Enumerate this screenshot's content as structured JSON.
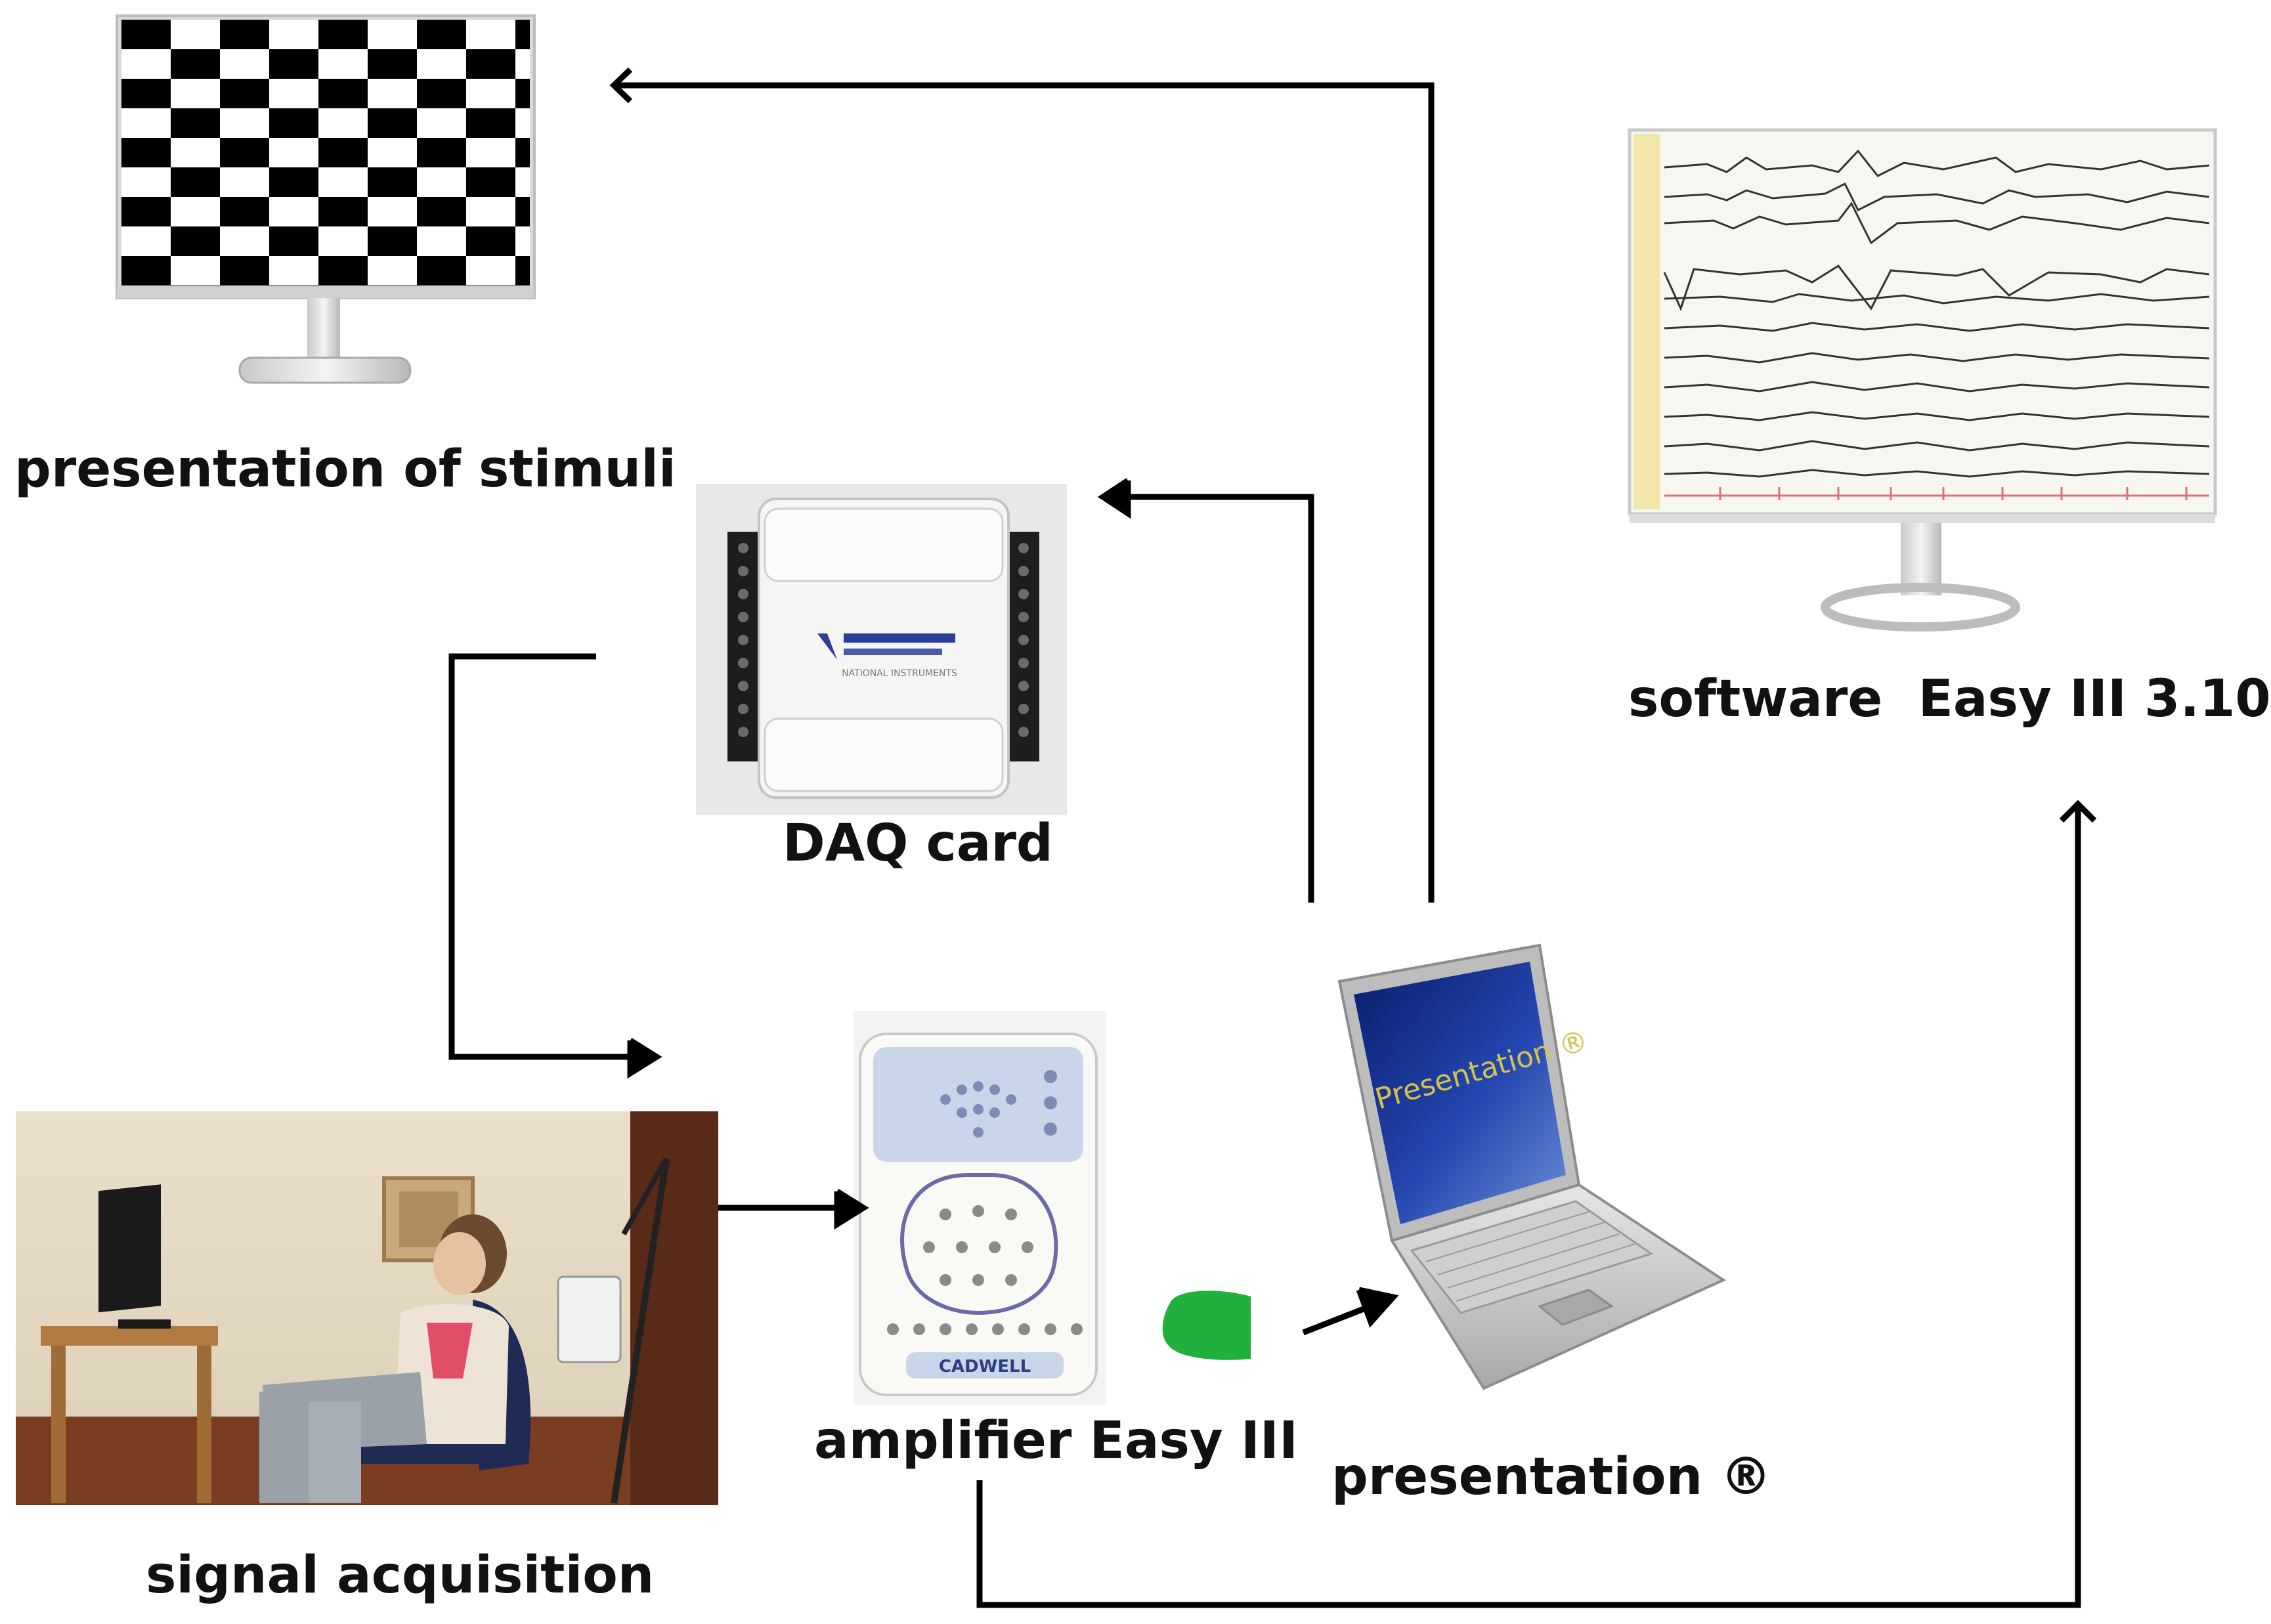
{
  "labels": {
    "stimuli_monitor": "presentation of stimuli",
    "daq_card": "DAQ card",
    "software_monitor": "software  Easy III 3.10",
    "signal_acquisition": "signal acquisition",
    "amplifier": "amplifier Easy III",
    "presentation_laptop": "presentation ®"
  },
  "laptop_screen_text": "Presentation ®",
  "amplifier_brand": "CADWELL",
  "daq_brand": "NATIONAL INSTRUMENTS",
  "colors": {
    "arrow": "#000000",
    "laptop_screen": "#1e3a8a",
    "laptop_screen_text": "#d4c24a",
    "connector_plug": "#22b03c",
    "amplifier_panel": "#c9d6ea"
  }
}
